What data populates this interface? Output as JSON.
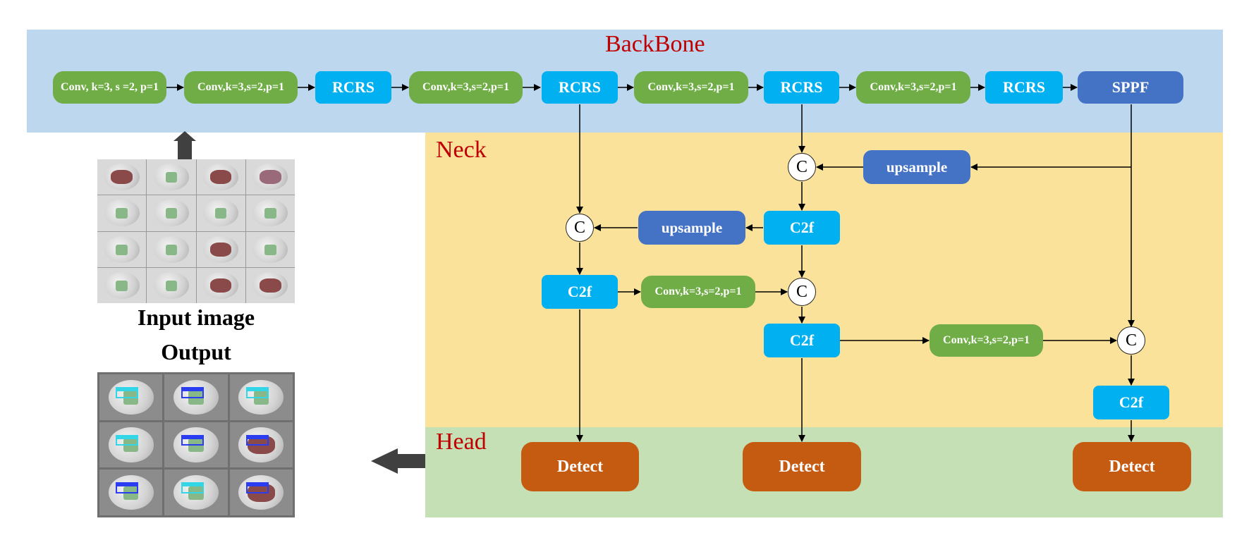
{
  "regions": {
    "backbone": "BackBone",
    "neck": "Neck",
    "head": "Head"
  },
  "backbone_nodes": [
    "Conv, k=3, s =2, p=1",
    "Conv,k=3,s=2,p=1",
    "RCRS",
    "Conv,k=3,s=2,p=1",
    "RCRS",
    "Conv,k=3,s=2,p=1",
    "RCRS",
    "Conv,k=3,s=2,p=1",
    "RCRS",
    "SPPF"
  ],
  "neck_nodes": {
    "upsample_top": "upsample",
    "upsample_mid": "upsample",
    "c2f_right_top": "C2f",
    "c2f_left": "C2f",
    "conv_mid": "Conv,k=3,s=2,p=1",
    "c2f_right_bottom": "C2f",
    "conv_bottom": "Conv,k=3,s=2,p=1",
    "c2f_far_right": "C2f"
  },
  "concat_label": "C",
  "head_nodes": [
    "Detect",
    "Detect",
    "Detect"
  ],
  "captions": {
    "input": "Input image",
    "output": "Output"
  },
  "colors": {
    "backbone_bg": "#bdd7ee",
    "neck_bg": "#fae29a",
    "head_bg": "#c5e0b4",
    "title_red": "#c00000",
    "conv_green": "#70ad47",
    "rcrs_cyan": "#00b0f0",
    "sppf_blue": "#4472c4",
    "detect_orange": "#c55a11"
  }
}
